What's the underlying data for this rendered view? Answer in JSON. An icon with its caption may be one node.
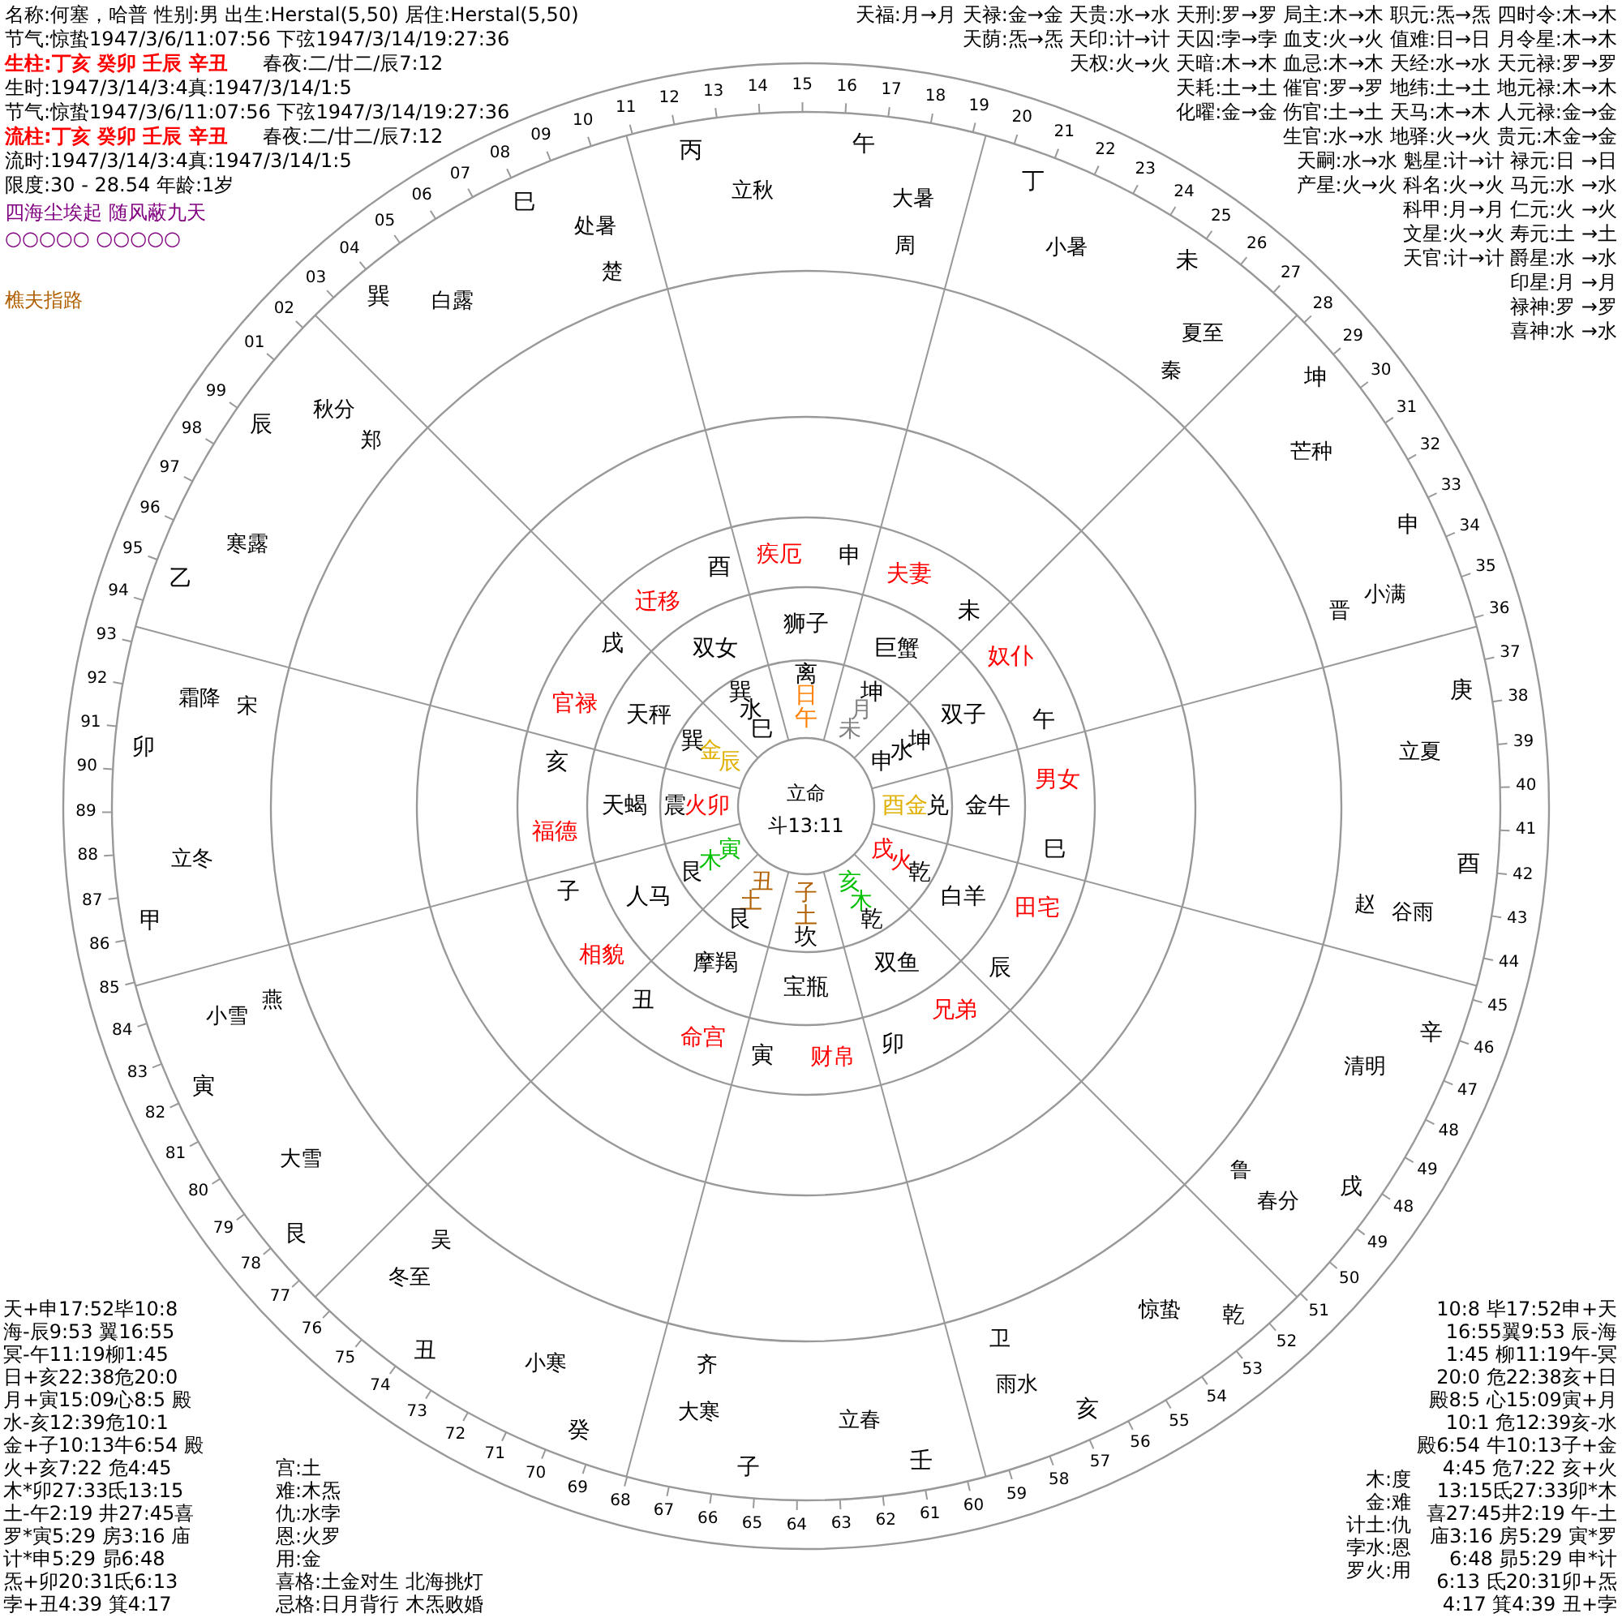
{
  "diagram": {
    "labels": [
      "名称:何塞，哈普 性别:男 出生:Herstal(5,50) 居住:Herstal(5,50)",
      "节气:惊蛰1947/3/6/11:07:56 下弦1947/3/14/19:27:36",
      "生柱:丁亥 癸卯 壬辰 辛丑",
      "春夜:二/廿二/辰7:12",
      "生时:1947/3/14/3:4真:1947/3/14/1:5",
      "节气:惊蛰1947/3/6/11:07:56 下弦1947/3/14/19:27:36",
      "流柱:丁亥 癸卯 壬辰 辛丑",
      "春夜:二/廿二/辰7:12",
      "流时:1947/3/14/3:4真:1947/3/14/1:5",
      "限度:30 - 28.54 年龄:1岁",
      "四海尘埃起 随风蔽九天",
      "○○○○○ ○○○○○",
      "樵夫指路",
      "天福:月→月 天禄:金→金 天贵:水→水 天刑:罗→罗 局主:木→木 职元:炁→炁 四时令:木→木",
      "天荫:炁→炁 天印:计→计 天囚:孛→孛 血支:火→火 值难:日→日 月令星:木→木",
      "天权:火→火 天暗:木→木 血忌:木→木 天经:水→水 天元禄:罗→罗",
      "天耗:土→土 催官:罗→罗 地纬:土→土 地元禄:木→木",
      "化曜:金→金 伤官:土→土 天马:木→木 人元禄:金→金",
      "生官:水→水 地驿:火→火 贵元:木金→金",
      "天嗣:水→水 魁星:计→计 禄元:日 →日",
      "产星:火→火 科名:火→火 马元:水 →水",
      "科甲:月→月 仁元:火 →火",
      "文星:火→火 寿元:土 →土",
      "天官:计→计 爵星:水 →水",
      "印星:月 →月",
      "禄神:罗 →罗",
      "喜神:水 →水",
      "立命",
      "斗13:11",
      "午",
      "未",
      "申",
      "酉",
      "戌",
      "亥",
      "子",
      "丑",
      "寅",
      "卯",
      "辰",
      "巳",
      "日",
      "月",
      "水",
      "金",
      "火",
      "木",
      "土",
      "土",
      "木",
      "火",
      "金",
      "水",
      "离",
      "坤",
      "坤",
      "兑",
      "乾",
      "乾",
      "坎",
      "艮",
      "艮",
      "震",
      "巽",
      "巽",
      "狮子",
      "巨蟹",
      "双子",
      "金牛",
      "白羊",
      "双鱼",
      "宝瓶",
      "摩羯",
      "人马",
      "天蝎",
      "天秤",
      "双女",
      "疾厄",
      "夫妻",
      "奴仆",
      "男女",
      "田宅",
      "兄弟",
      "财帛",
      "命宫",
      "相貌",
      "福德",
      "官禄",
      "迁移",
      "申",
      "未",
      "午",
      "巳",
      "辰",
      "卯",
      "寅",
      "丑",
      "子",
      "亥",
      "戌",
      "酉",
      "周",
      "秦",
      "晋",
      "赵",
      "鲁",
      "卫",
      "齐",
      "吴",
      "燕",
      "宋",
      "郑",
      "楚",
      "大暑",
      "小暑",
      "夏至",
      "芒种",
      "小满",
      "立夏",
      "谷雨",
      "清明",
      "春分",
      "惊蛰",
      "雨水",
      "立春",
      "大寒",
      "小寒",
      "冬至",
      "大雪",
      "小雪",
      "立冬",
      "霜降",
      "寒露",
      "秋分",
      "白露",
      "处暑",
      "立秋",
      "午",
      "丁",
      "未",
      "坤",
      "申",
      "庚",
      "酉",
      "辛",
      "戌",
      "乾",
      "亥",
      "壬",
      "子",
      "癸",
      "丑",
      "艮",
      "寅",
      "甲",
      "卯",
      "乙",
      "辰",
      "巽",
      "巳",
      "丙",
      "01",
      "02",
      "03",
      "04",
      "05",
      "06",
      "07",
      "08",
      "09",
      "10",
      "11",
      "12",
      "13",
      "14",
      "15",
      "16",
      "17",
      "18",
      "19",
      "20",
      "21",
      "22",
      "23",
      "24",
      "25",
      "26",
      "27",
      "28",
      "29",
      "30",
      "31",
      "32",
      "33",
      "34",
      "35",
      "36",
      "37",
      "38",
      "39",
      "40",
      "41",
      "42",
      "43",
      "44",
      "45",
      "46",
      "47",
      "48",
      "49",
      "48",
      "49",
      "50",
      "51",
      "52",
      "53",
      "54",
      "55",
      "56",
      "57",
      "58",
      "59",
      "60",
      "61",
      "62",
      "63",
      "64",
      "65",
      "66",
      "67",
      "68",
      "69",
      "70",
      "71",
      "72",
      "73",
      "74",
      "75",
      "76",
      "77",
      "78",
      "79",
      "80",
      "81",
      "82",
      "83",
      "84",
      "85",
      "86",
      "87",
      "88",
      "89",
      "90",
      "91",
      "92",
      "93",
      "94",
      "95",
      "96",
      "97",
      "98",
      "99",
      "天+申17:52毕10:8",
      "海-辰9:53 翼16:55",
      "冥-午11:19柳1:45",
      "日+亥22:38危20:0",
      "月+寅15:09心8:5 殿",
      "水-亥12:39危10:1",
      "金+子10:13牛6:54 殿",
      "火+亥7:22 危4:45",
      "木*卯27:33氐13:15",
      "土-午2:19 井27:45喜",
      "罗*寅5:29 房3:16 庙",
      "计*申5:29 昴6:48",
      "炁+卯20:31氐6:13",
      "孛+丑4:39 箕4:17",
      "宫:土",
      "难:木炁",
      "仇:水孛",
      "恩:火罗",
      "用:金",
      "喜格:土金对生 北海挑灯",
      "忌格:日月背行 木炁败婚",
      "木:度",
      "金:难",
      "计土:仇",
      "孛水:恩",
      "罗火:用",
      "10:8 毕17:52申+天",
      "16:55翼9:53 辰-海",
      "1:45 柳11:19午-冥",
      "20:0 危22:38亥+日",
      "殿8:5 心15:09寅+月",
      "10:1 危12:39亥-水",
      "殿6:54 牛10:13子+金",
      "4:45 危7:22 亥+火",
      "13:15氐27:33卯*木",
      "喜27:45井2:19 午-土",
      "庙3:16 房5:29 寅*罗",
      "6:48 昴5:29 申*计",
      "6:13 氐20:31卯+炁",
      "4:17 箕4:39 丑+孛"
    ]
  }
}
